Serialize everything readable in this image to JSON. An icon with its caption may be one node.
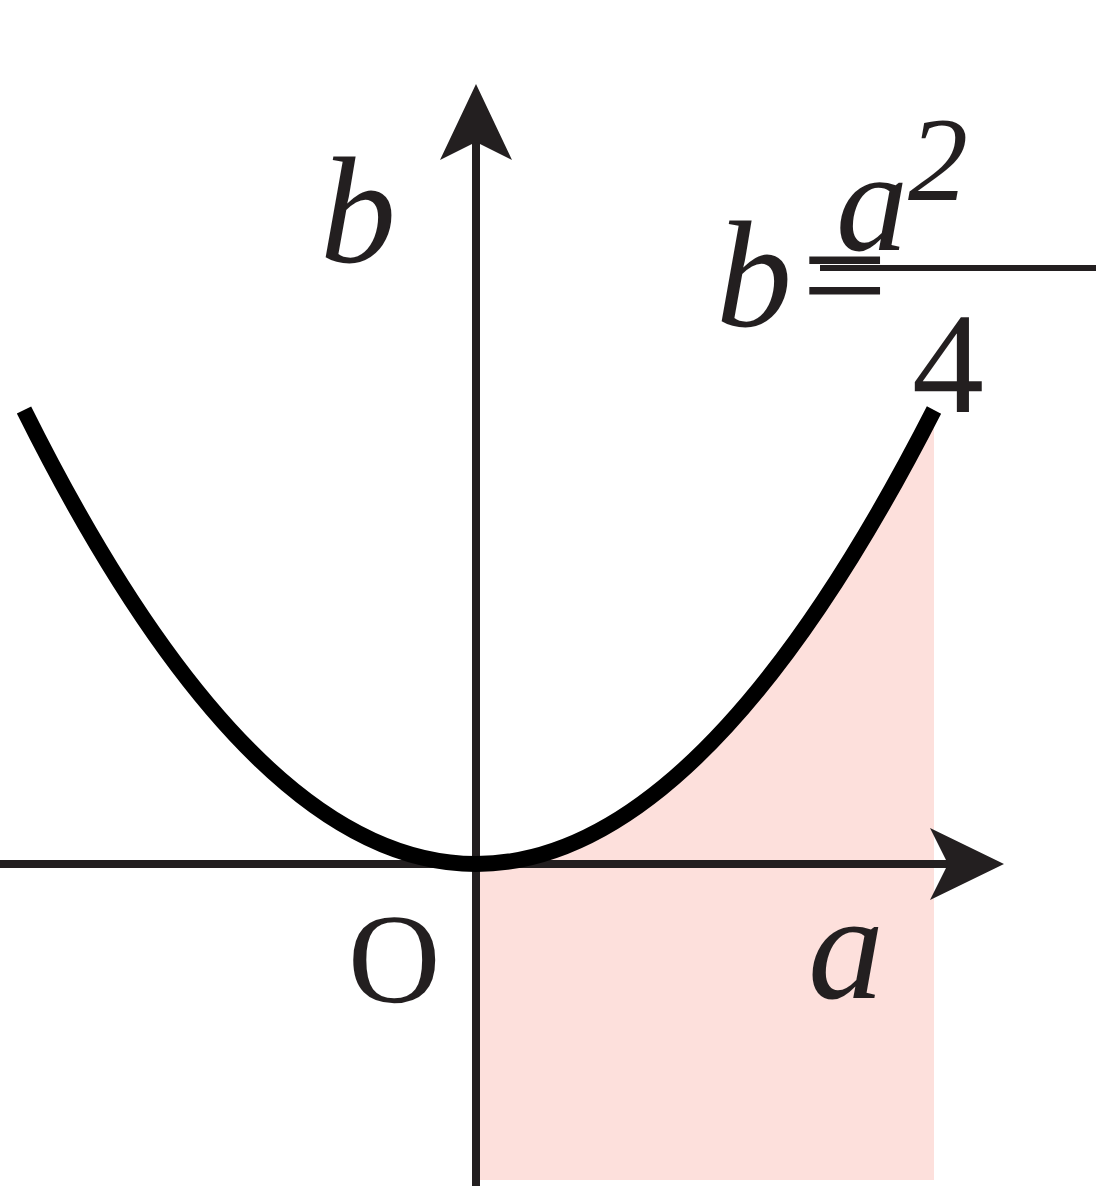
{
  "diagram": {
    "labels": [
      "b",
      "b=",
      "a$^{2}$",
      "4",
      "O",
      "a"
    ]
  }
}
